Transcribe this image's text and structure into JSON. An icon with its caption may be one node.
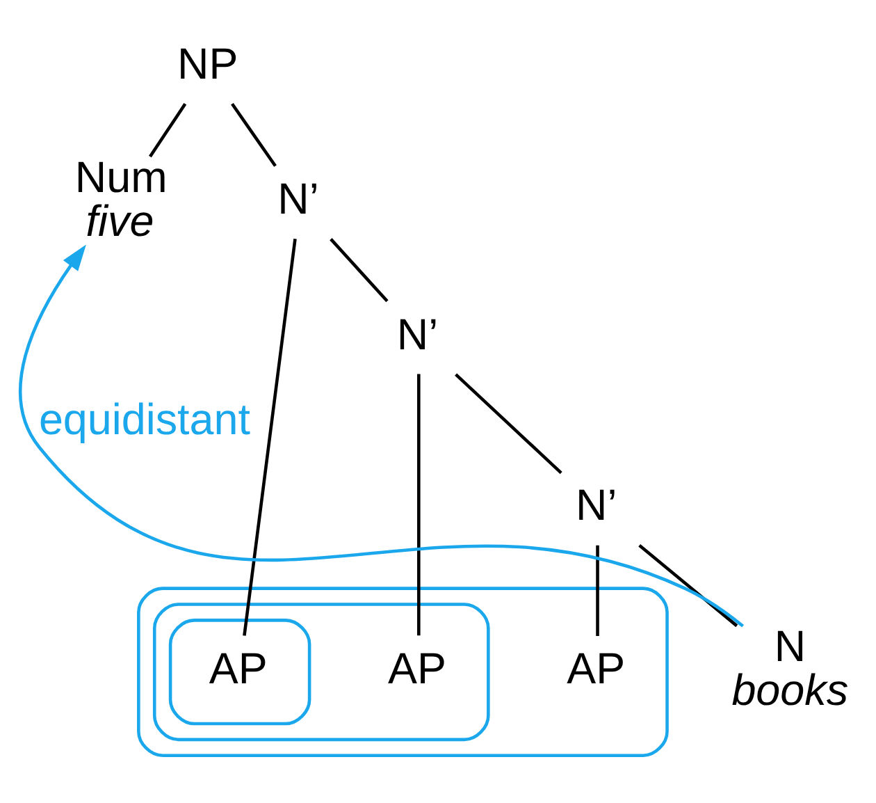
{
  "diagram": {
    "nodes": [
      {
        "text": [
          "NP"
        ]
      },
      {
        "text": [
          "Num",
          "five"
        ]
      },
      {
        "text": [
          "N’"
        ]
      },
      {
        "text": [],
        "shape": "ellipse"
      },
      {
        "text": [],
        "shape": "ellipse",
        "in": 3
      },
      {
        "text": [],
        "shape": "ellipse",
        "in": 4
      },
      {
        "text": [
          "AP"
        ],
        "in": 5
      },
      {
        "text": [
          "N’"
        ]
      },
      {
        "text": [
          "AP"
        ],
        "in": 4
      },
      {
        "text": [
          "N’"
        ]
      },
      {
        "text": [
          "AP"
        ],
        "in": 3
      },
      {
        "text": [
          "N",
          "books"
        ]
      }
    ],
    "edges": [
      {
        "from": 0,
        "to": 1,
        "arrow": "none"
      },
      {
        "from": 0,
        "to": 2,
        "arrow": "none"
      },
      {
        "from": 2,
        "to": 6,
        "arrow": "none"
      },
      {
        "from": 2,
        "to": 7,
        "arrow": "none"
      },
      {
        "from": 7,
        "to": 8,
        "arrow": "none"
      },
      {
        "from": 7,
        "to": 9,
        "arrow": "none"
      },
      {
        "from": 9,
        "to": 10,
        "arrow": "none"
      },
      {
        "from": 9,
        "to": 11,
        "arrow": "none"
      },
      {
        "from": 11,
        "to": 1,
        "arrow": "to",
        "label": "equidistant",
        "color": "#1aa7ec"
      }
    ]
  }
}
